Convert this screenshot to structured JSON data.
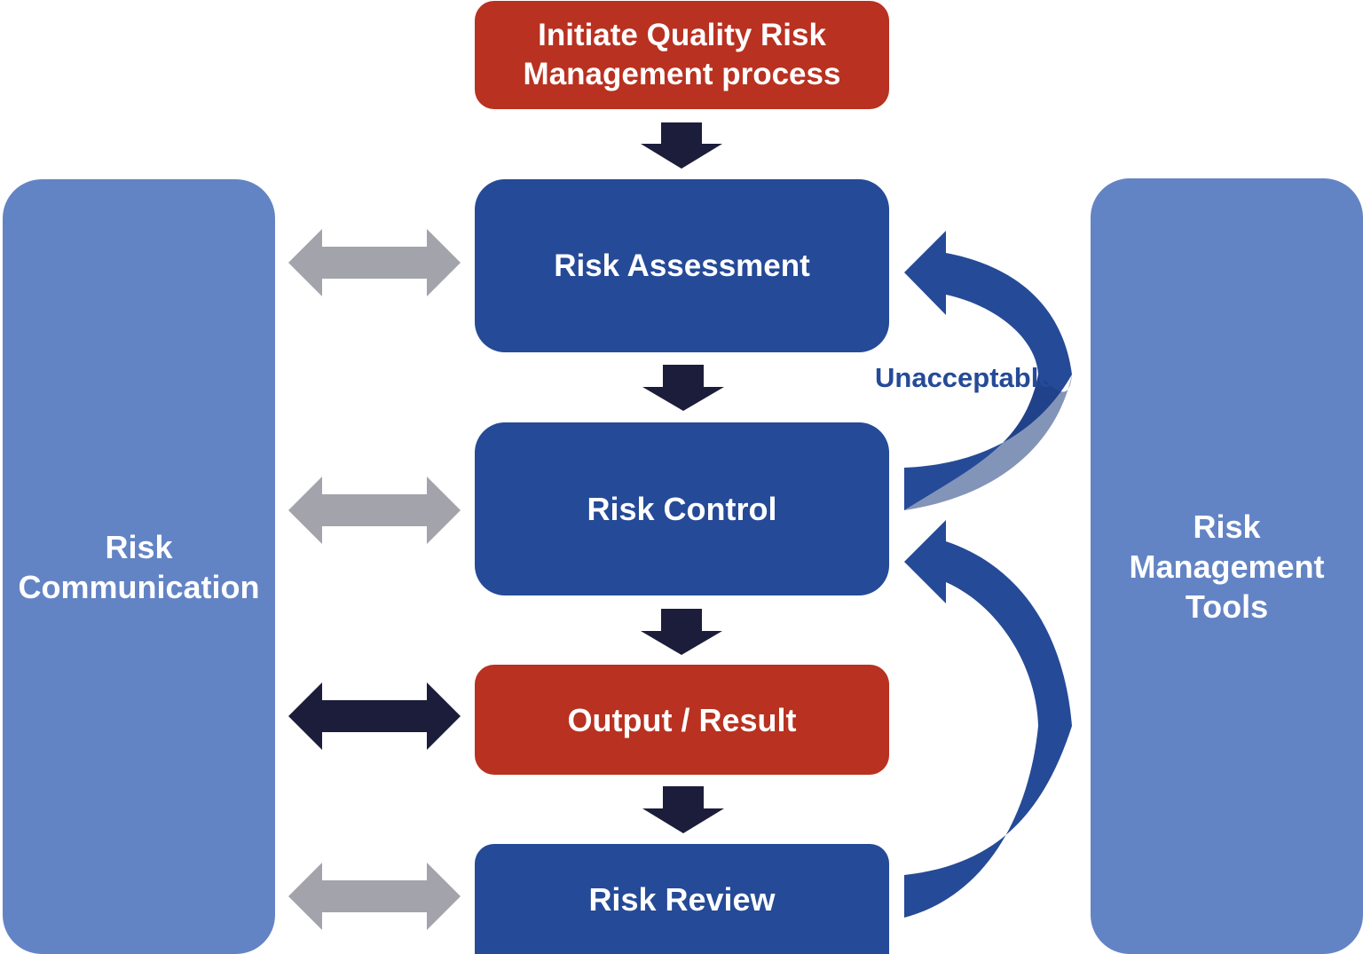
{
  "nodes": {
    "initiate": "Initiate Quality Risk Management process",
    "assessment": "Risk Assessment",
    "control": "Risk Control",
    "output": "Output / Result",
    "review": "Risk Review",
    "communication": "Risk Communication",
    "tools": "Risk Management Tools"
  },
  "labels": {
    "unacceptable": "Unacceptable"
  },
  "colors": {
    "process_red": "#b93120",
    "process_blue": "#254a97",
    "side_blue": "#6384c4",
    "arrow_dark": "#1c1d3b",
    "arrow_gray": "#a3a3ab",
    "loop_arrow": "#254a97"
  }
}
